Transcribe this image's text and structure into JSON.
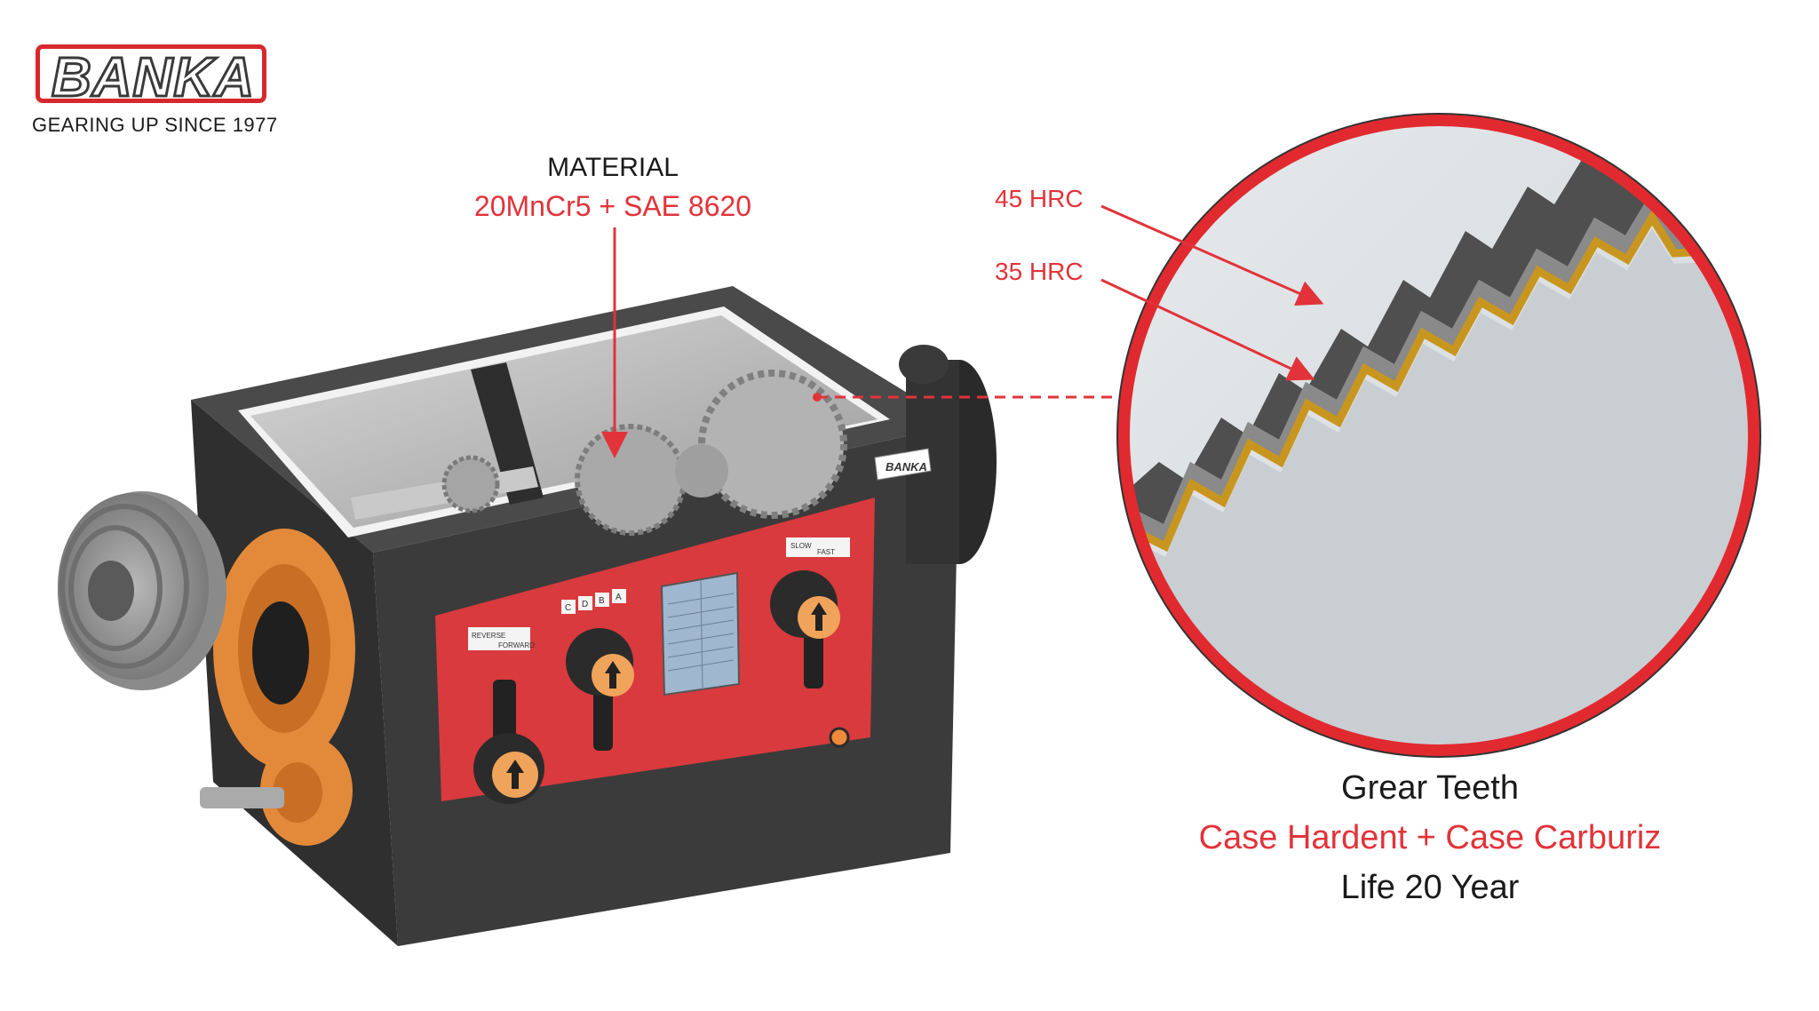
{
  "brand": {
    "logo_text": "BANKA",
    "tagline": "GEARING UP SINCE 1977"
  },
  "material": {
    "title": "MATERIAL",
    "value": "20MnCr5 + SAE 8620"
  },
  "hardness": {
    "outer": "45 HRC",
    "inner": "35 HRC"
  },
  "gear_teeth": {
    "title": "Grear Teeth",
    "treatment": "Case Hardent + Case Carburiz",
    "life": "Life 20 Year"
  },
  "machine": {
    "plate_text": "BANKA",
    "lever_reverse": "REVERSE",
    "lever_forward": "FORWARD",
    "gear_letters": [
      "C",
      "D",
      "B",
      "A"
    ],
    "speed_slow": "SLOW",
    "speed_fast": "FAST"
  },
  "colors": {
    "brand_red": "#d7282f",
    "annotation_red": "#e2333a",
    "body_dark": "#3b3b3b",
    "panel_red": "#d93a3d",
    "flange_orange": "#e38a3a",
    "case_layer": "#c8961f"
  }
}
